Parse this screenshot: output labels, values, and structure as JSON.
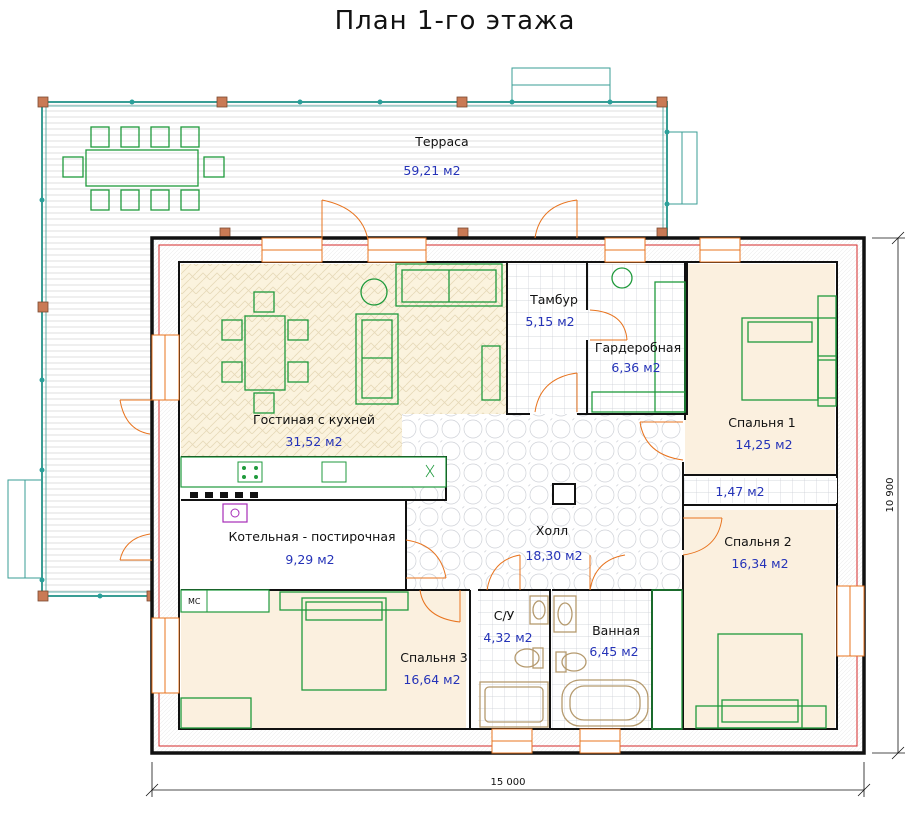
{
  "title": "План 1-го этажа",
  "rooms": {
    "terrace": {
      "name": "Терраса",
      "area": "59,21 м2"
    },
    "living": {
      "name": "Гостиная с кухней",
      "area": "31,52 м2"
    },
    "vestibule": {
      "name": "Тамбур",
      "area": "5,15 м2"
    },
    "wardrobe": {
      "name": "Гардеробная",
      "area": "6,36 м2"
    },
    "bedroom1": {
      "name": "Спальня 1",
      "area": "14,25 м2"
    },
    "closet": {
      "area": "1,47 м2"
    },
    "boiler": {
      "name": "Котельная - постирочная",
      "area": "9,29 м2"
    },
    "hall": {
      "name": "Холл",
      "area": "18,30 м2"
    },
    "bedroom2": {
      "name": "Спальня 2",
      "area": "16,34 м2"
    },
    "wc": {
      "name": "С/У",
      "area": "4,32 м2"
    },
    "bath": {
      "name": "Ванная",
      "area": "6,45 м2"
    },
    "bedroom3": {
      "name": "Спальня 3",
      "area": "16,64 м2"
    }
  },
  "appliance_label": "МС",
  "dimensions": {
    "width": "15 000",
    "height": "10 900"
  },
  "colors": {
    "wall": "#111111",
    "insulation": "#d42a2a",
    "furniture": "#1f9a3c",
    "door": "#e8741f",
    "window": "#e8741f",
    "column": "#c97a55",
    "railing": "#3a9e95",
    "floor_warm": "#fbf0df",
    "tile_line": "#bfc4cc"
  }
}
